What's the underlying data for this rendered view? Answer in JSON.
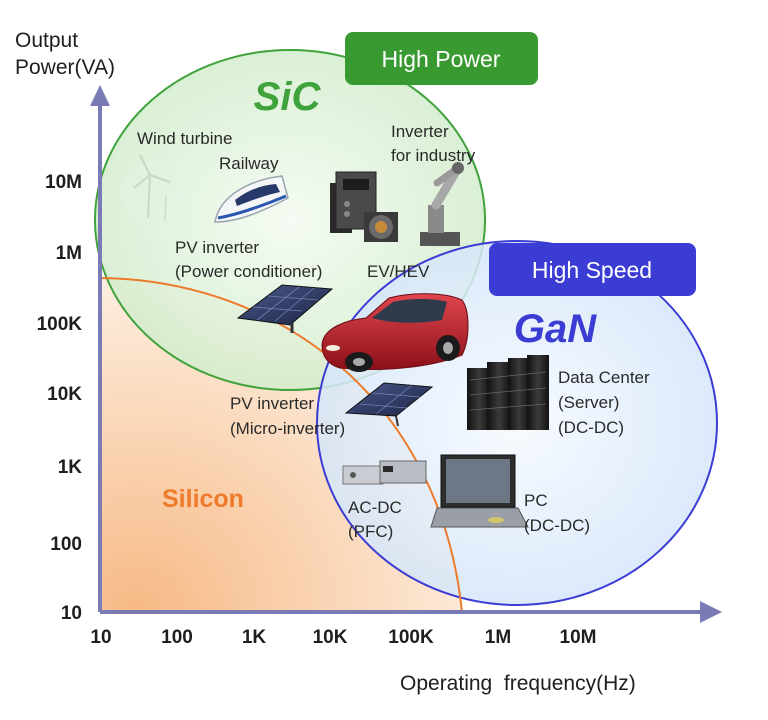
{
  "colors": {
    "sic": "#3fa23b",
    "gan": "#3b3cd4",
    "silicon": "#ee7a2c",
    "axis": "#7a7ab4",
    "sic_fill": "#d9f0d4",
    "gan_fill": "#dce9fb",
    "silicon_fill": "#fbd9b6"
  },
  "axes": {
    "y_title_line1": "Output",
    "y_title_line2": "Power(VA)",
    "x_title": "Operating  frequency(Hz)",
    "y_ticks": [
      "10",
      "100",
      "1K",
      "10K",
      "100K",
      "1M",
      "10M"
    ],
    "x_ticks": [
      "10",
      "100",
      "1K",
      "10K",
      "100K",
      "1M",
      "10M"
    ]
  },
  "regions": {
    "sic": {
      "name": "SiC",
      "badge": "High Power"
    },
    "gan": {
      "name": "GaN",
      "badge": "High Speed"
    },
    "silicon": {
      "name": "Silicon"
    }
  },
  "applications": {
    "wind_turbine": "Wind turbine",
    "railway": "Railway",
    "inverter_industry_1": "Inverter",
    "inverter_industry_2": "for industry",
    "pv_inverter_1": "PV inverter",
    "pv_inverter_2": "(Power conditioner)",
    "ev_hev": "EV/HEV",
    "pv_micro_1": "PV inverter",
    "pv_micro_2": "(Micro-inverter)",
    "data_center_1": "Data Center",
    "data_center_2": "(Server)",
    "data_center_3": "(DC-DC)",
    "acdc_1": "AC-DC",
    "acdc_2": "(PFC)",
    "pc_1": "PC",
    "pc_2": "(DC-DC)"
  }
}
